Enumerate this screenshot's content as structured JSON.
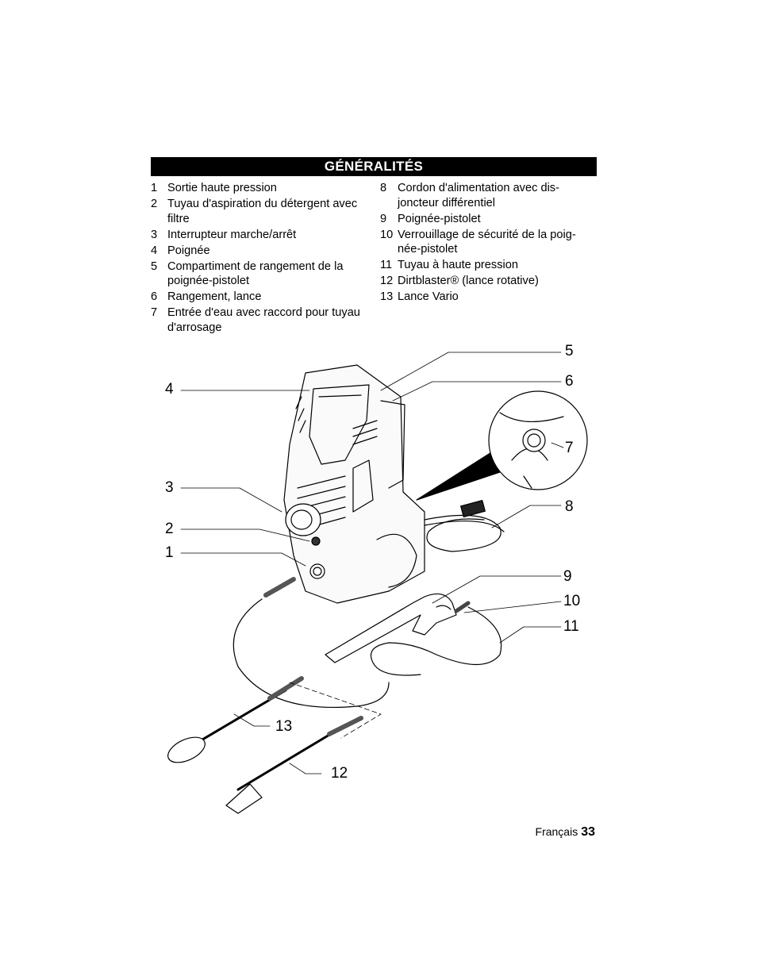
{
  "header": {
    "title": "GÉNÉRALITÉS"
  },
  "legend_left": [
    {
      "num": "1",
      "text": "Sortie haute pression"
    },
    {
      "num": "2",
      "text": "Tuyau d'aspiration du détergent avec filtre"
    },
    {
      "num": "3",
      "text": "Interrupteur marche/arrêt"
    },
    {
      "num": "4",
      "text": "Poignée"
    },
    {
      "num": "5",
      "text": "Compartiment de rangement de la poignée-pistolet"
    },
    {
      "num": "6",
      "text": "Rangement, lance"
    },
    {
      "num": "7",
      "text": "Entrée d'eau avec raccord pour tuyau d'arrosage"
    }
  ],
  "legend_right": [
    {
      "num": "8",
      "text": "Cordon d'alimentation avec dis-joncteur différentiel"
    },
    {
      "num": "9",
      "text": "Poignée-pistolet"
    },
    {
      "num": "10",
      "text": "Verrouillage de sécurité de la poig-née-pistolet"
    },
    {
      "num": "11",
      "text": "Tuyau à haute pression"
    },
    {
      "num": "12",
      "text": "Dirtblaster® (lance rotative)"
    },
    {
      "num": "13",
      "text": "Lance Vario"
    }
  ],
  "diagram": {
    "callouts": [
      "1",
      "2",
      "3",
      "4",
      "5",
      "6",
      "7",
      "8",
      "9",
      "10",
      "11",
      "12",
      "13"
    ]
  },
  "footer": {
    "language": "Français",
    "page": "33"
  }
}
